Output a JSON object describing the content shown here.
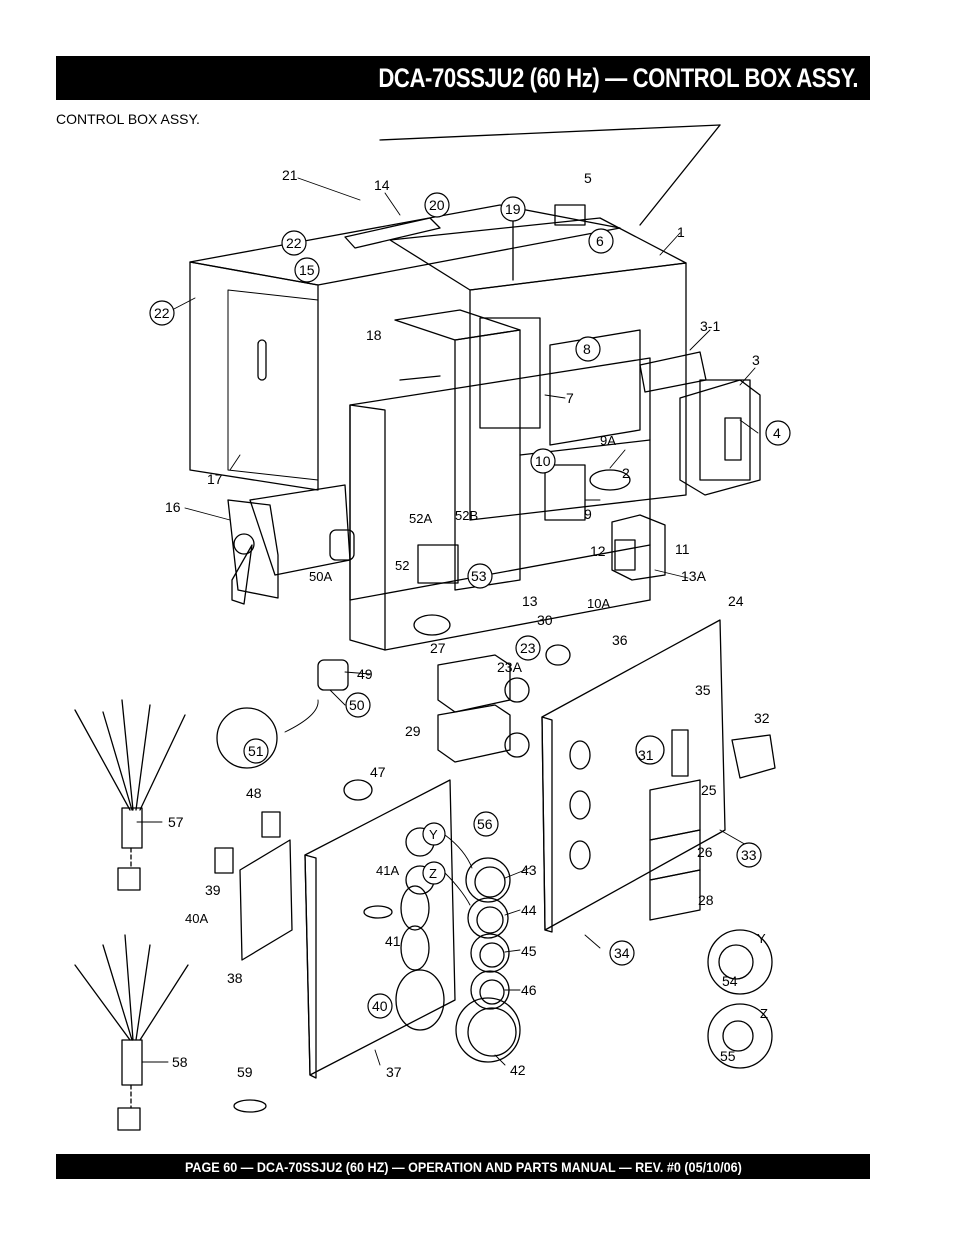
{
  "header": {
    "title": "DCA-70SSJU2 (60 Hz) — CONTROL BOX ASSY."
  },
  "section": {
    "caption": "CONTROL BOX  ASSY."
  },
  "footer": {
    "text": "PAGE 60 — DCA-70SSJU2 (60 HZ) —  OPERATION AND PARTS  MANUAL — REV. #0  (05/10/06)"
  },
  "callouts": {
    "p1": "1",
    "p2": "2",
    "p3": "3",
    "p3_1": "3-1",
    "p4": "4",
    "p5": "5",
    "p6": "6",
    "p7": "7",
    "p8": "8",
    "p9": "9",
    "p9a": "9A",
    "p10": "10",
    "p10a": "10A",
    "p11": "11",
    "p12": "12",
    "p13": "13",
    "p13a": "13A",
    "p14": "14",
    "p15": "15",
    "p16": "16",
    "p17": "17",
    "p18": "18",
    "p19": "19",
    "p20": "20",
    "p21": "21",
    "p22a": "22",
    "p22b": "22",
    "p23": "23",
    "p23a": "23A",
    "p24": "24",
    "p25": "25",
    "p26": "26",
    "p27": "27",
    "p28": "28",
    "p29": "29",
    "p30": "30",
    "p31": "31",
    "p32": "32",
    "p33": "33",
    "p34": "34",
    "p35": "35",
    "p36": "36",
    "p37": "37",
    "p38": "38",
    "p39": "39",
    "p40": "40",
    "p40a": "40A",
    "p41": "41",
    "p41a": "41A",
    "p42": "42",
    "p43": "43",
    "p44": "44",
    "p45": "45",
    "p46": "46",
    "p47": "47",
    "p48": "48",
    "p49": "49",
    "p50": "50",
    "p50a": "50A",
    "p51": "51",
    "p52": "52",
    "p52a": "52A",
    "p52b": "52B",
    "p53": "53",
    "p54": "54",
    "p55": "55",
    "p56": "56",
    "p57": "57",
    "p58": "58",
    "p59": "59",
    "y1": "Y",
    "z1": "Z",
    "y2": "Y",
    "z2": "Z"
  }
}
